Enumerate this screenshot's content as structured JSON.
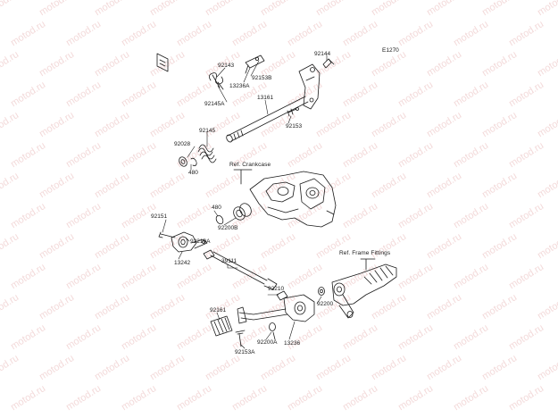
{
  "diagram_code": "E1270",
  "watermark_text": "motod.ru",
  "reference_labels": {
    "crankcase": "Ref. Crankcase",
    "frame_fittings": "Ref. Frame Fittings"
  },
  "part_numbers": {
    "p92143": "92143",
    "p92144": "92144",
    "p13236A": "13236A",
    "p92153B": "92153B",
    "p92145A": "92145A",
    "p13161": "13161",
    "p92153": "92153",
    "p92028": "92028",
    "p92145": "92145",
    "p480_upper": "480",
    "p480_lower": "480",
    "p92200B": "92200B",
    "p92151": "92151",
    "p92210A": "92210A",
    "p13242": "13242",
    "p39111": "39111",
    "p92210": "92210",
    "p92161": "92161",
    "p92200": "92200",
    "p13236": "13236",
    "p92200A": "92200A",
    "p92153A": "92153A"
  },
  "colors": {
    "line": "#1a1a1a",
    "watermark": "#f3dada",
    "background": "#ffffff"
  }
}
